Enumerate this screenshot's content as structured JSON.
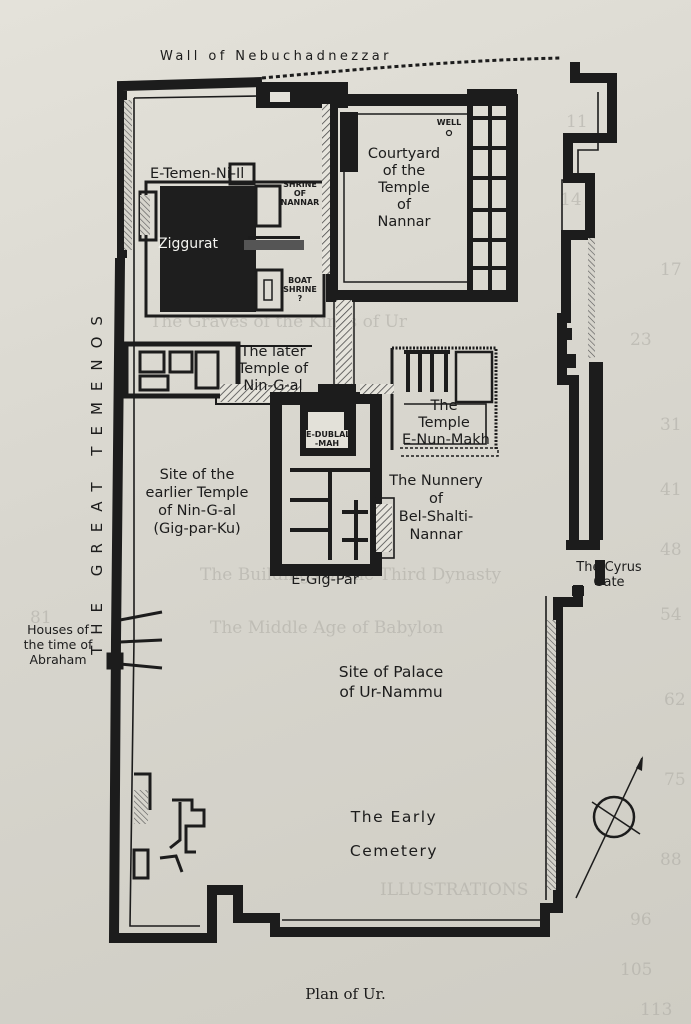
{
  "labels": {
    "wall": "Wall of Nebuchadnezzar",
    "temenos": "THE GREAT TEMENOS",
    "courtyard": [
      "Courtyard",
      "of the",
      "Temple",
      "of",
      "Nannar"
    ],
    "well": [
      "WELL",
      "O"
    ],
    "e_temen_ni_il": "E-Temen-Ni-Il",
    "shrine": [
      "SHRINE",
      "OF",
      "NANNAR"
    ],
    "ziggurat": "Ziggurat",
    "boat_shrine": [
      "BOAT",
      "SHRINE",
      "?"
    ],
    "later_temple": [
      "The later",
      "Temple of",
      "Nin-G-al"
    ],
    "temple_e_nun_makh": [
      "The",
      "Temple",
      "E-Nun-Makh"
    ],
    "e_dublal_mah": [
      "E-DUBLAL",
      "-MAH"
    ],
    "earlier_temple": [
      "Site of the",
      "earlier Temple",
      "of Nin-G-al",
      "(Gig-par-Ku)"
    ],
    "nunnery": [
      "The Nunnery",
      "of",
      "Bel-Shalti-",
      "Nannar"
    ],
    "e_gig_par": "E-Gig-Par",
    "cyrus_gate": [
      "The Cyrus",
      "Gate"
    ],
    "houses": [
      "Houses of",
      "the time of",
      "Abraham"
    ],
    "palace": [
      "Site of Palace",
      "of Ur-Nammu"
    ],
    "cemetery": [
      "The Early",
      "Cemetery"
    ]
  },
  "caption": "Plan of Ur.",
  "background_text": [
    "11",
    "14",
    "17",
    "23",
    "31",
    "41",
    "48",
    "54",
    "62",
    "75",
    "81",
    "88",
    "96",
    "105",
    "113",
    "The Graves of the Kings of Ur",
    "The Buildings of the Third Dynasty",
    "The Middle Age of Babylon",
    "ILLUSTRATIONS"
  ],
  "colors": {
    "ink": "#1c1c1c",
    "paper": "#e0ded6",
    "hatch": "#5a5a5a"
  }
}
